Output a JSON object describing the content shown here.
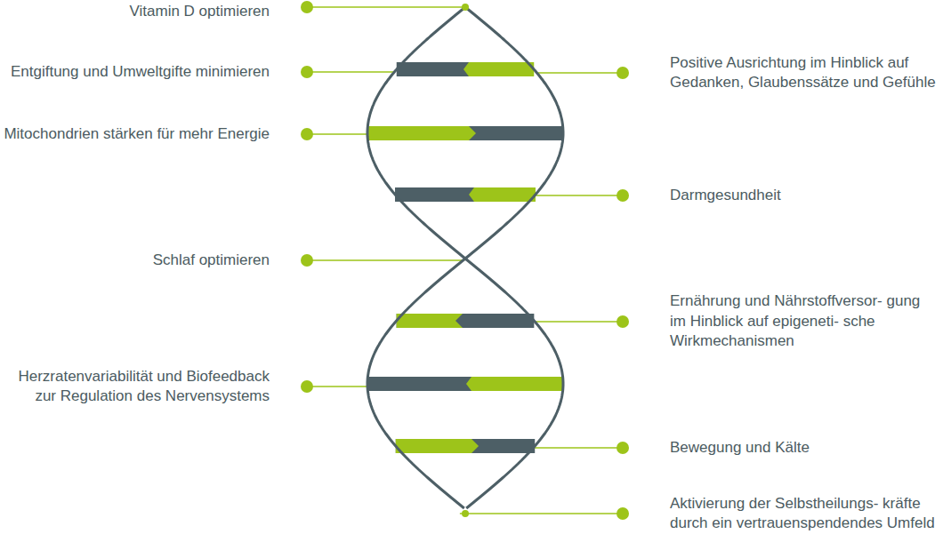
{
  "diagram": {
    "labels": [
      "Vitamin D optimieren",
      "Entgiftung und Umweltgifte minimieren",
      "Positive Ausrichtung im Hinblick auf Gedanken, Glaubenssätze und Gefühle",
      "Mitochondrien stärken für mehr Energie",
      "Darmgesundheit",
      "Schlaf optimieren",
      "Ernährung und Nährstoffversor- gung im Hinblick auf epigeneti- sche Wirkmechanismen",
      "Herzratenvariabilität und Biofeedback zur Regulation des Nervensystems",
      "Bewegung und Kälte",
      "Aktivierung der Selbstheilungs- kräfte durch ein vertrauenspendendes Umfeld"
    ]
  }
}
